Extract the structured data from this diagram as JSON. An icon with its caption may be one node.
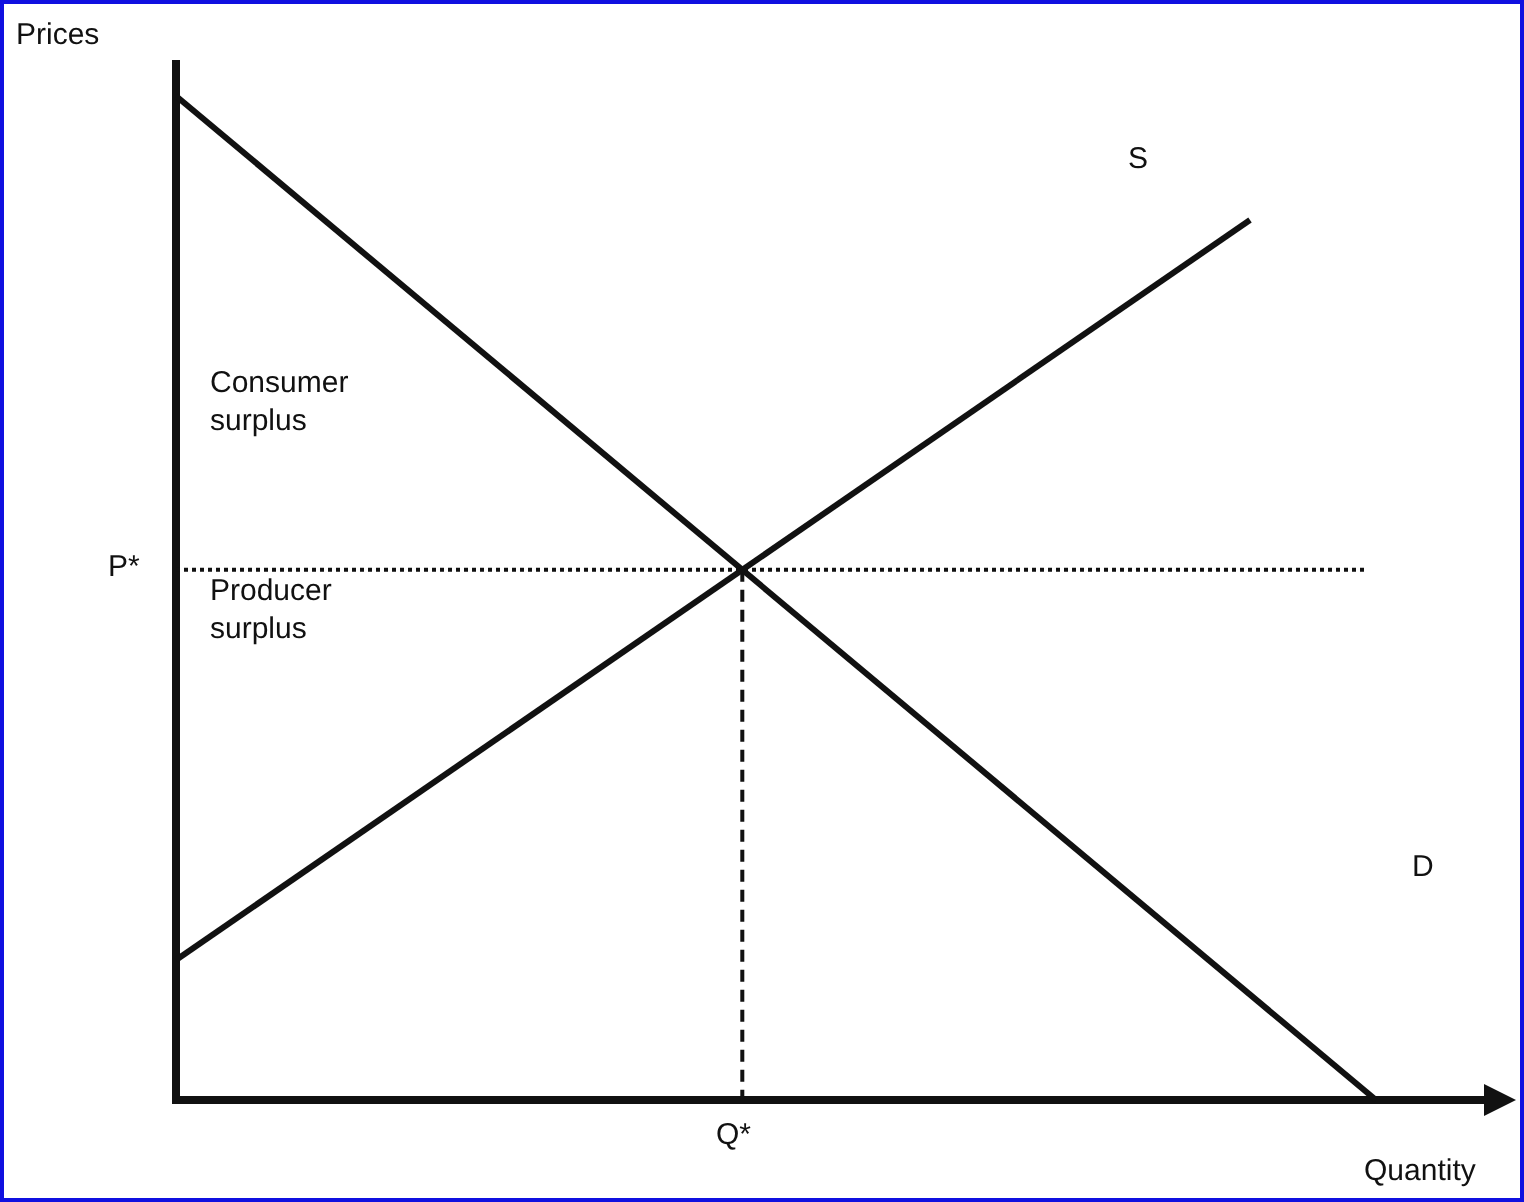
{
  "diagram": {
    "labels": [
      "Prices",
      "S",
      "Consumer surplus",
      "P*",
      "Producer surplus",
      "D",
      "Q*",
      "Quantity"
    ]
  }
}
